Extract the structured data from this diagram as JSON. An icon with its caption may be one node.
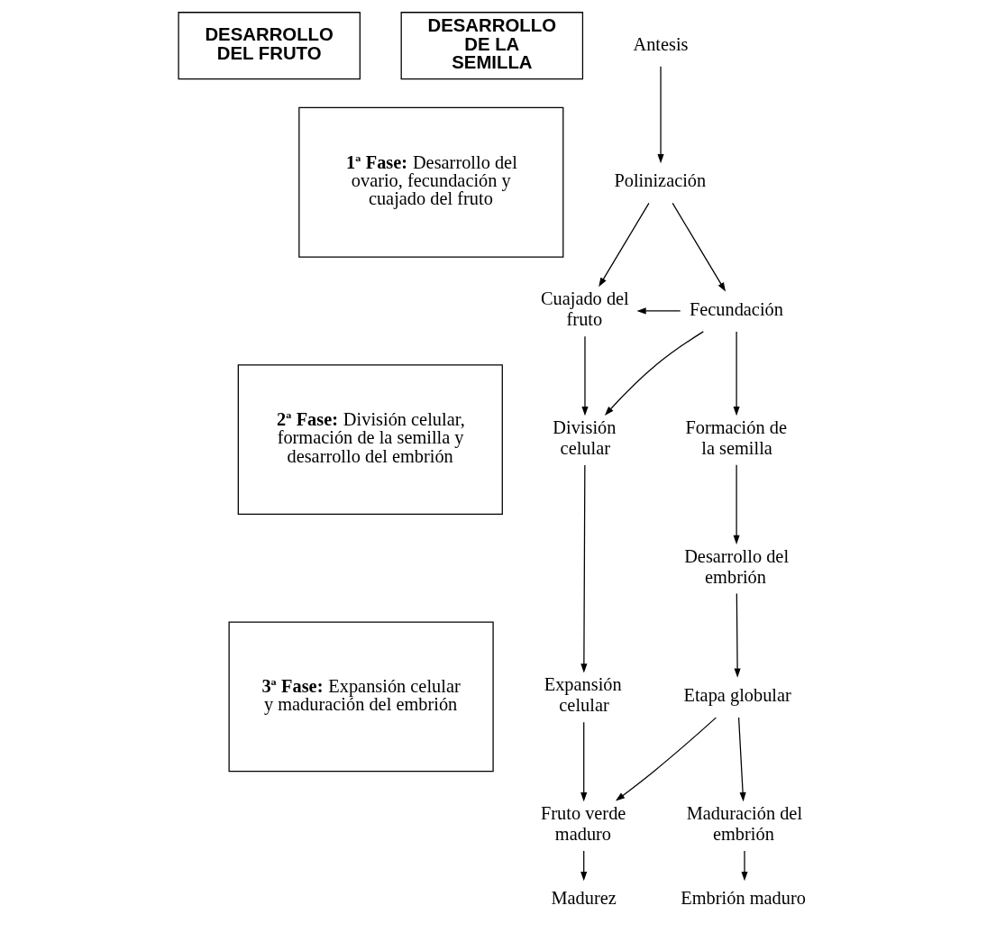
{
  "diagram": {
    "nodes": [
      {
        "text": [
          "DESARROLLO DEL FRUTO"
        ]
      },
      {
        "text": [
          "DESARROLLO DE LA SEMILLA"
        ]
      },
      {
        "text": [
          "**1ª Fase:** Desarrollo del ovario, fecundación y cuajado del fruto"
        ]
      },
      {
        "text": [
          "**2ª Fase:** División celular, formación de la semilla y desarrollo del embrión"
        ]
      },
      {
        "text": [
          "**3ª Fase:** Expansión celular y maduración del embrión"
        ]
      },
      {
        "text": [
          "Antesis"
        ]
      },
      {
        "text": [
          "Polinización"
        ]
      },
      {
        "text": [
          "Cuajado del fruto"
        ]
      },
      {
        "text": [
          "Fecundación"
        ]
      },
      {
        "text": [
          "División celular"
        ]
      },
      {
        "text": [
          "Formación de la semilla"
        ]
      },
      {
        "text": [
          "Desarrollo del embrión"
        ]
      },
      {
        "text": [
          "Expansión celular"
        ]
      },
      {
        "text": [
          "Etapa globular"
        ]
      },
      {
        "text": [
          "Fruto verde maduro"
        ]
      },
      {
        "text": [
          "Maduración del embrión"
        ]
      },
      {
        "text": [
          "Embrión maduro"
        ]
      },
      {
        "text": [
          "Madurez"
        ]
      }
    ],
    "edges": [
      {
        "from": 5,
        "to": 6,
        "arrow": "to"
      },
      {
        "from": 6,
        "to": 7,
        "arrow": "to"
      },
      {
        "from": 6,
        "to": 8,
        "arrow": "to"
      },
      {
        "from": 8,
        "to": 7,
        "arrow": "to"
      },
      {
        "from": 8,
        "to": 10,
        "arrow": "to"
      },
      {
        "from": 8,
        "to": 9,
        "arrow": "to"
      },
      {
        "from": 7,
        "to": 9,
        "arrow": "to"
      },
      {
        "from": 9,
        "to": 12,
        "arrow": "to"
      },
      {
        "from": 10,
        "to": 11,
        "arrow": "to"
      },
      {
        "from": 11,
        "to": 13,
        "arrow": "to"
      },
      {
        "from": 12,
        "to": 14,
        "arrow": "to"
      },
      {
        "from": 13,
        "to": 14,
        "arrow": "to"
      },
      {
        "from": 13,
        "to": 15,
        "arrow": "to"
      },
      {
        "from": 15,
        "to": 16,
        "arrow": "to"
      },
      {
        "from": 14,
        "to": 17,
        "arrow": "to"
      }
    ]
  }
}
